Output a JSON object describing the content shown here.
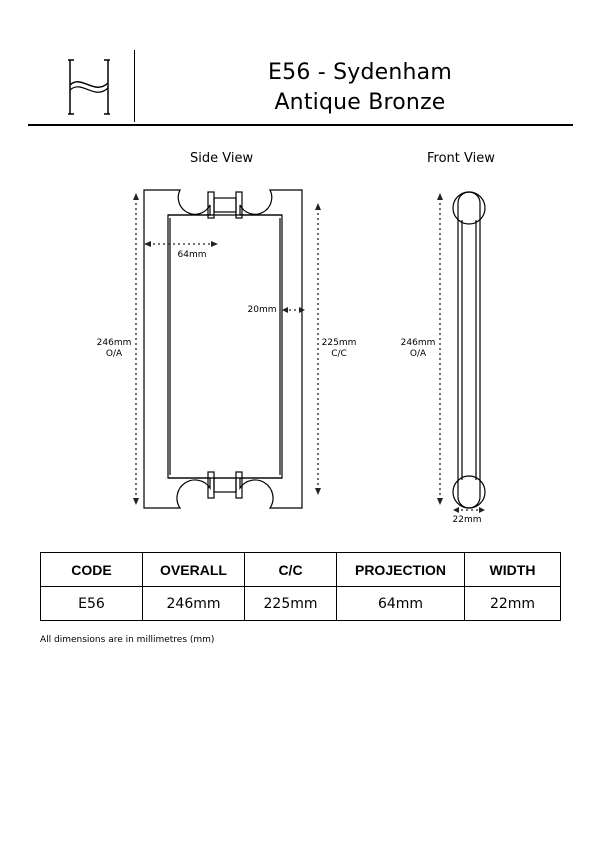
{
  "header": {
    "title_line1": "E56 - Sydenham",
    "title_line2": "Antique Bronze"
  },
  "views": {
    "side_label": "Side View",
    "front_label": "Front View"
  },
  "dimensions": {
    "projection": "64mm",
    "gap": "20mm",
    "overall_side": "246mm",
    "overall_side_sub": "O/A",
    "cc": "225mm",
    "cc_sub": "C/C",
    "overall_front": "246mm",
    "overall_front_sub": "O/A",
    "width": "22mm"
  },
  "table": {
    "headers": [
      "CODE",
      "OVERALL",
      "C/C",
      "PROJECTION",
      "WIDTH"
    ],
    "row": [
      "E56",
      "246mm",
      "225mm",
      "64mm",
      "22mm"
    ]
  },
  "footnote": "All dimensions are in millimetres (mm)",
  "colors": {
    "line": "#000000",
    "dotted": "#222222"
  }
}
